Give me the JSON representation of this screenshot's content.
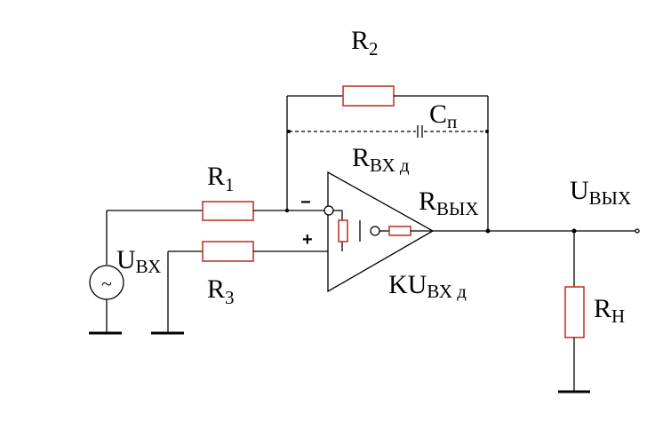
{
  "labels": {
    "r2": {
      "main": "R",
      "sub": "2"
    },
    "cp": {
      "main": "C",
      "sub": "п"
    },
    "rvx_d": {
      "main": "R",
      "sub": "ВХ д"
    },
    "r1": {
      "main": "R",
      "sub": "1"
    },
    "rvyx": {
      "main": "R",
      "sub": "ВЫХ"
    },
    "uvyx": {
      "main": "U",
      "sub": "ВЫХ"
    },
    "uvx": {
      "main": "U",
      "sub": "ВХ"
    },
    "r3": {
      "main": "R",
      "sub": "3"
    },
    "kuvx_d": {
      "main": "KU",
      "sub": "ВХ д"
    },
    "rn": {
      "main": "R",
      "sub": "Н"
    }
  },
  "signs": {
    "minus": "−",
    "plus": "+"
  },
  "source_symbol": "~",
  "colors": {
    "resistor": "#c0392b",
    "wire": "#000000"
  }
}
